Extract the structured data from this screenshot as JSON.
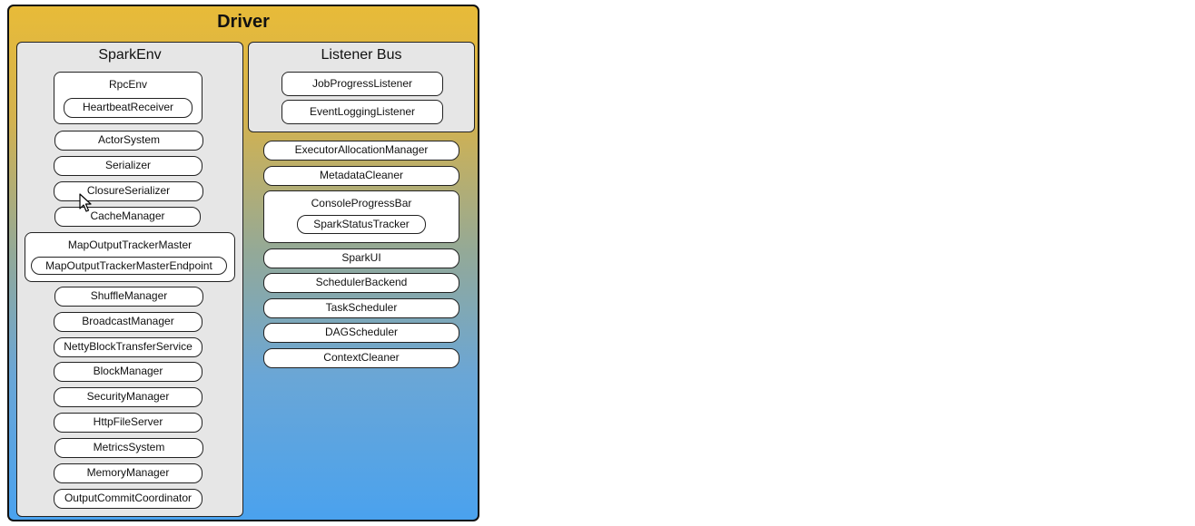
{
  "driver": {
    "title": "Driver",
    "colors": {
      "top": "#e8bb38",
      "bottom": "#4aa2ee",
      "panel": "#e6e6e6"
    }
  },
  "spark_env": {
    "title": "SparkEnv",
    "rpc_env": {
      "title": "RpcEnv",
      "child": "HeartbeatReceiver"
    },
    "items_a": [
      "ActorSystem",
      "Serializer",
      "ClosureSerializer",
      "CacheManager"
    ],
    "map_output": {
      "title": "MapOutputTrackerMaster",
      "child": "MapOutputTrackerMasterEndpoint"
    },
    "items_b": [
      "ShuffleManager",
      "BroadcastManager",
      "NettyBlockTransferService",
      "BlockManager",
      "SecurityManager",
      "HttpFileServer",
      "MetricsSystem",
      "MemoryManager",
      "OutputCommitCoordinator"
    ]
  },
  "listener_bus": {
    "title": "Listener Bus",
    "items": [
      "JobProgressListener",
      "EventLoggingListener"
    ]
  },
  "right_items_a": [
    "ExecutorAllocationManager",
    "MetadataCleaner"
  ],
  "console_progress": {
    "title": "ConsoleProgressBar",
    "child": "SparkStatusTracker"
  },
  "right_items_b": [
    "SparkUI",
    "SchedulerBackend",
    "TaskScheduler",
    "DAGScheduler",
    "ContextCleaner"
  ]
}
